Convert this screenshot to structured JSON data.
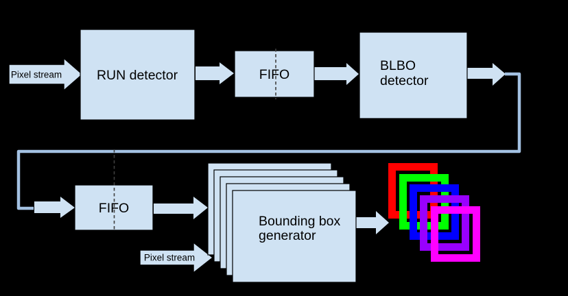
{
  "blocks": {
    "run_detector": {
      "label": "RUN detector"
    },
    "fifo_top": {
      "label": "FIFO"
    },
    "blbo_detector": {
      "lines": [
        "BLBO",
        "detector"
      ]
    },
    "fifo_bottom": {
      "label": "FIFO"
    },
    "bounding_box_generator": {
      "lines": [
        "Bounding box",
        "generator"
      ]
    }
  },
  "inputs": {
    "pixel_stream_top": "Pixel stream",
    "pixel_stream_bottom": "Pixel stream"
  },
  "stack": {
    "page_count": 5
  },
  "output_boxes": {
    "count": 5,
    "colors": [
      "#ff0000",
      "#00ff00",
      "#0000ff",
      "#9900ff",
      "#ff00ff"
    ]
  },
  "colors": {
    "background": "#000000",
    "block_fill": "#cfe2f3",
    "block_border": "#000000",
    "arrow_fill": "#cfe2f3",
    "connector_line": "#a3c1e2",
    "dashed_divider": "#3f3f3f",
    "text": "#000000"
  }
}
